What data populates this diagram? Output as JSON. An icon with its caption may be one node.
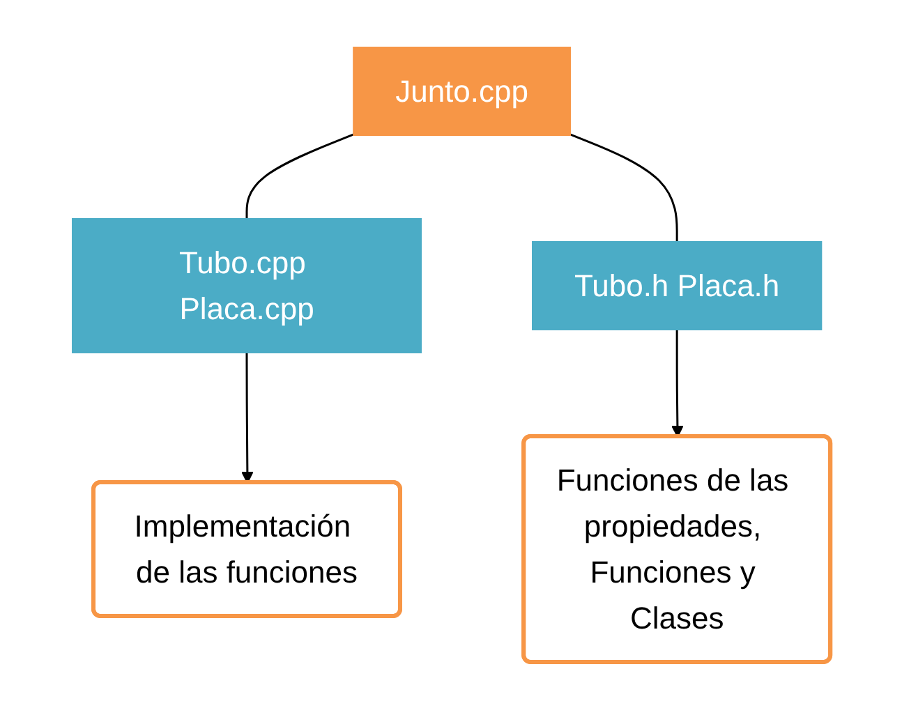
{
  "diagram": {
    "nodes": [
      {
        "text": [
          "Junto.cpp"
        ]
      },
      {
        "text": [
          "Tubo.cpp Placa.cpp"
        ]
      },
      {
        "text": [
          "Tubo.h Placa.h"
        ]
      },
      {
        "text": [
          "Implementación de las funciones"
        ]
      },
      {
        "text": [
          "Funciones de las propiedades, Funciones y Clases"
        ]
      }
    ],
    "edges": [
      {
        "from": 0,
        "to": 1,
        "arrow": "none"
      },
      {
        "from": 0,
        "to": 2,
        "arrow": "none"
      },
      {
        "from": 1,
        "to": 3,
        "arrow": "to"
      },
      {
        "from": 2,
        "to": 4,
        "arrow": "to"
      }
    ]
  }
}
